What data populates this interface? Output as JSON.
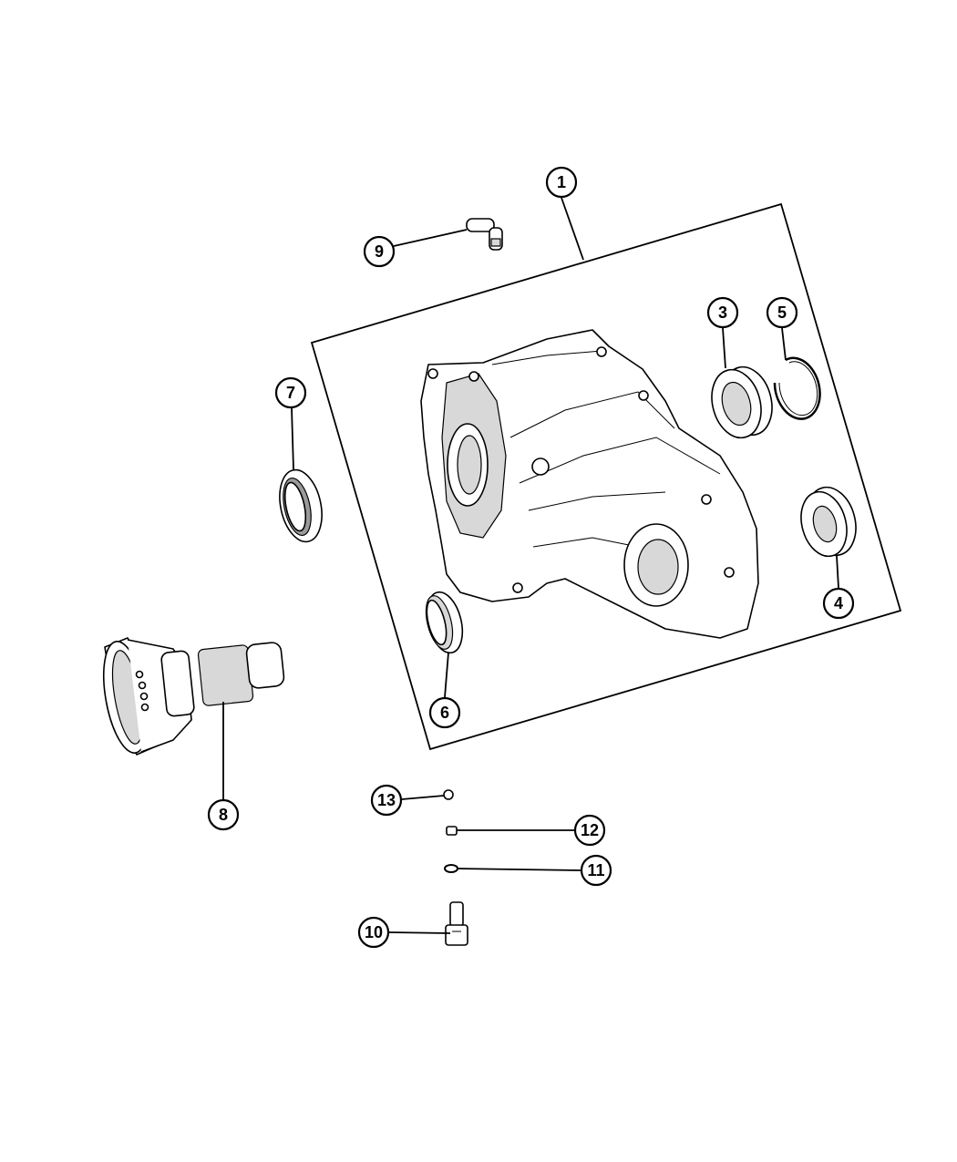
{
  "diagram": {
    "callouts": [
      {
        "id": "1",
        "label": "1"
      },
      {
        "id": "3",
        "label": "3"
      },
      {
        "id": "4",
        "label": "4"
      },
      {
        "id": "5",
        "label": "5"
      },
      {
        "id": "6",
        "label": "6"
      },
      {
        "id": "7",
        "label": "7"
      },
      {
        "id": "8",
        "label": "8"
      },
      {
        "id": "9",
        "label": "9"
      },
      {
        "id": "10",
        "label": "10"
      },
      {
        "id": "11",
        "label": "11"
      },
      {
        "id": "12",
        "label": "12"
      },
      {
        "id": "13",
        "label": "13"
      }
    ]
  }
}
